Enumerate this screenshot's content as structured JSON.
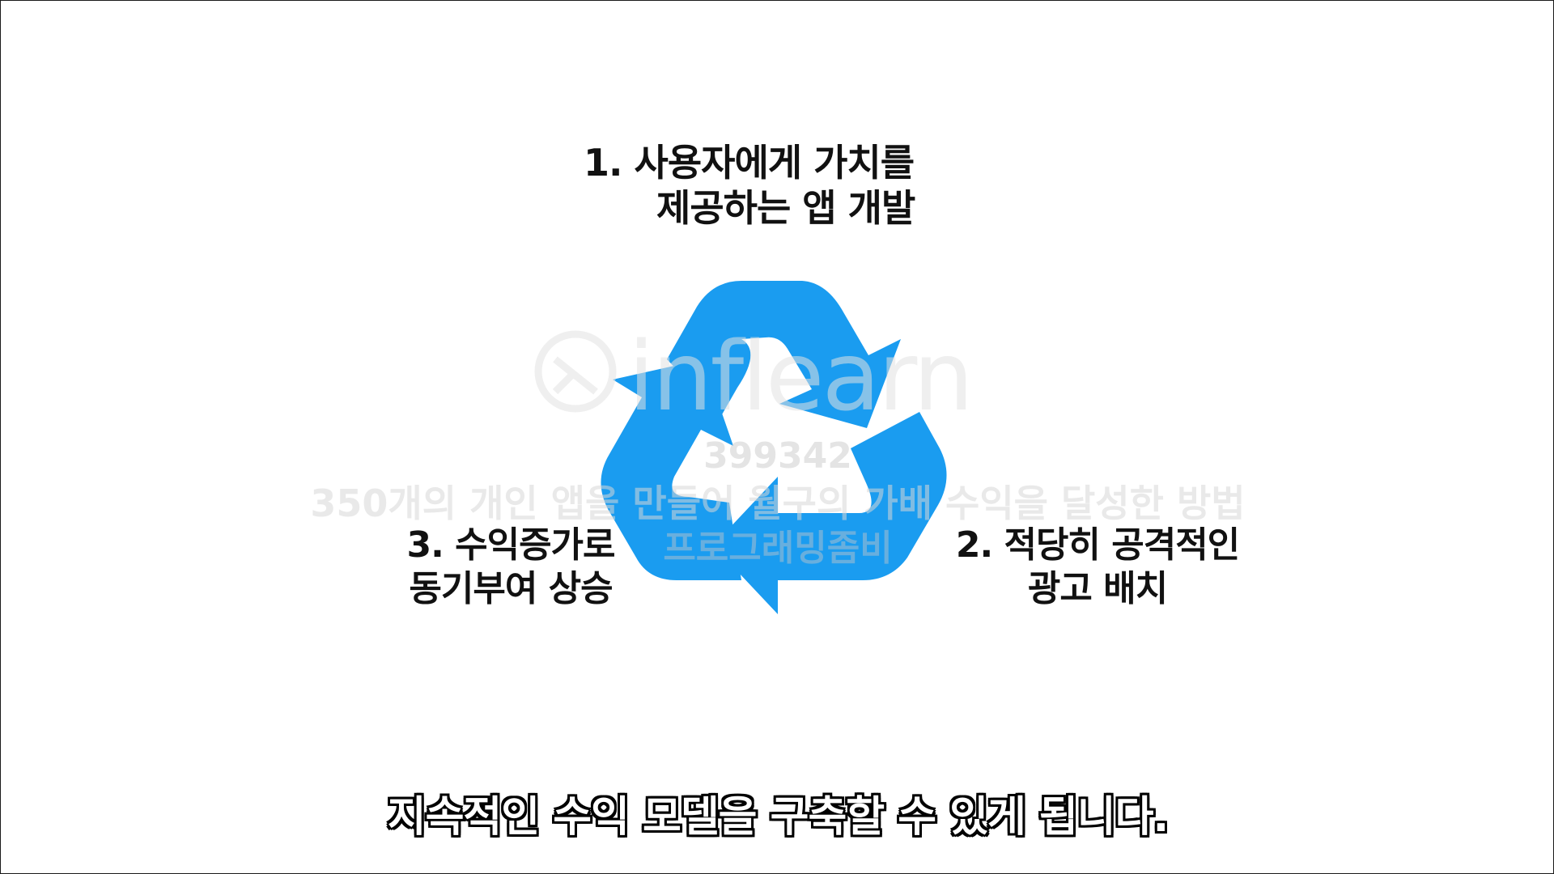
{
  "steps": {
    "step1": {
      "line1": "1.   사용자에게 가치를",
      "line2": "제공하는 앱 개발"
    },
    "step2": {
      "line1": "2. 적당히 공격적인",
      "line2": "광고 배치"
    },
    "step3": {
      "line1": "3. 수익증가로",
      "line2": "동기부여 상승"
    }
  },
  "cycle_icon": {
    "name": "recycle-arrows-icon",
    "color": "#1a9cf0"
  },
  "watermark": {
    "brand": "inflearn",
    "user_id": "399342",
    "course_title": "350개의 개인 앱을 만들어 월구의 가배 수익을 달성한 방법",
    "author": "프로그래밍좀비"
  },
  "subtitle": "지속적인 수익 모델을 구축할 수 있게 됩니다."
}
